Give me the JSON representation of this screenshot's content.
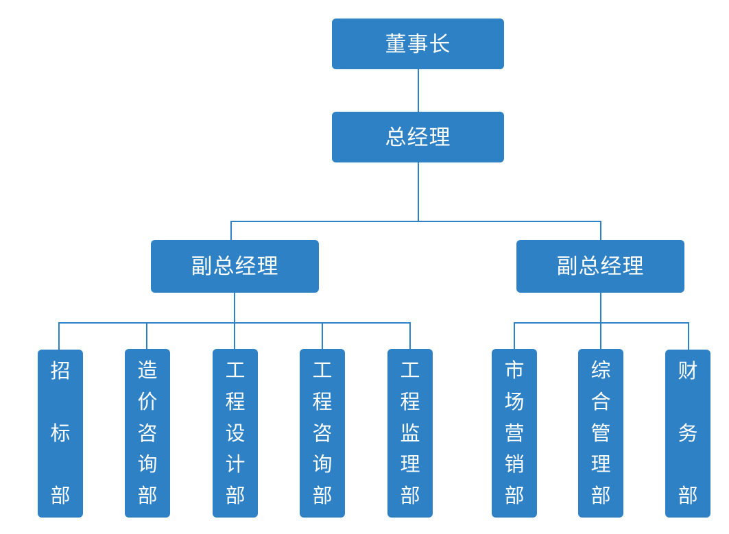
{
  "chart": {
    "type": "org-chart",
    "title": "",
    "accent_color": "#2E81C4",
    "background_color": "#FFFFFF",
    "text_color": "#FFFFFF",
    "levels": 4
  },
  "nodes": {
    "chairman": {
      "label": "董事长",
      "level": 1
    },
    "general_manager": {
      "label": "总经理",
      "level": 2
    },
    "deputy_left": {
      "label": "副总经理",
      "level": 3
    },
    "deputy_right": {
      "label": "副总经理",
      "level": 3
    }
  },
  "departments_left": [
    {
      "label": "招标部",
      "chars": [
        "招",
        "标",
        "部"
      ]
    },
    {
      "label": "造价咨询部",
      "chars": [
        "造",
        "价",
        "咨",
        "询",
        "部"
      ]
    },
    {
      "label": "工程设计部",
      "chars": [
        "工",
        "程",
        "设",
        "计",
        "部"
      ]
    },
    {
      "label": "工程咨询部",
      "chars": [
        "工",
        "程",
        "咨",
        "询",
        "部"
      ]
    },
    {
      "label": "工程监理部",
      "chars": [
        "工",
        "程",
        "监",
        "理",
        "部"
      ]
    }
  ],
  "departments_right": [
    {
      "label": "市场营销部",
      "chars": [
        "市",
        "场",
        "营",
        "销",
        "部"
      ]
    },
    {
      "label": "综合管理部",
      "chars": [
        "综",
        "合",
        "管",
        "理",
        "部"
      ]
    },
    {
      "label": "财务部",
      "chars": [
        "财",
        "务",
        "部"
      ]
    }
  ]
}
